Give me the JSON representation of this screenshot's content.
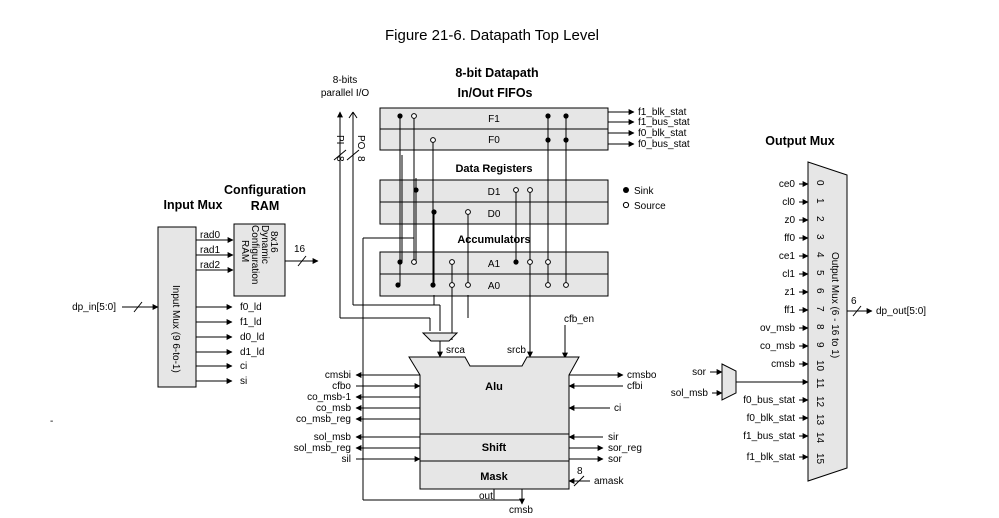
{
  "figure_title": "Figure 21-6.  Datapath Top Level",
  "headings": {
    "datapath": "8-bit Datapath",
    "fifos": "In/Out FIFOs",
    "data_registers": "Data Registers",
    "accumulators": "Accumulators",
    "input_mux": "Input Mux",
    "config_line1": "Configuration",
    "config_line2": "RAM",
    "output_mux": "Output Mux"
  },
  "parallel_io": {
    "line1": "8-bits",
    "line2": "parallel I/O",
    "pi": "PI",
    "po": "PO",
    "pi_width": "8",
    "po_width": "8"
  },
  "fifo_rows": [
    "F1",
    "F0"
  ],
  "fifo_status": [
    "f1_blk_stat",
    "f1_bus_stat",
    "f0_blk_stat",
    "f0_bus_stat"
  ],
  "data_register_rows": [
    "D1",
    "D0"
  ],
  "accumulator_rows": [
    "A1",
    "A0"
  ],
  "legend": {
    "sink": "Sink",
    "source": "Source"
  },
  "input_mux": {
    "label": "Input Mux (9 6-to-1)",
    "input": "dp_in[5:0]",
    "config_addr": [
      "rad0",
      "rad1",
      "rad2"
    ],
    "outputs": [
      "f0_ld",
      "f1_ld",
      "d0_ld",
      "d1_ld",
      "ci",
      "si"
    ]
  },
  "config_ram": {
    "label": "8x16 Dynamic Configuration RAM",
    "bus_width": "16"
  },
  "alu": {
    "name": "Alu",
    "srca": "srca",
    "srcb": "srcb",
    "cfb_en": "cfb_en",
    "left_signals": [
      "cmsbi",
      "cfbo",
      "co_msb-1",
      "co_msb",
      "co_msb_reg"
    ],
    "right_signals": [
      "cmsbo",
      "cfbi",
      "ci"
    ]
  },
  "shift": {
    "name": "Shift",
    "left_signals": [
      "sol_msb",
      "sol_msb_reg",
      "sil"
    ],
    "right_signals": [
      "sir",
      "sor_reg",
      "sor"
    ]
  },
  "mask": {
    "name": "Mask",
    "amask": "amask",
    "width": "8",
    "out": "out",
    "cmsb": "cmsb"
  },
  "output_mux": {
    "label": "Output Mux (6 - 16 to 1)",
    "inputs": [
      "ce0",
      "cl0",
      "z0",
      "ff0",
      "ce1",
      "cl1",
      "z1",
      "ff1",
      "ov_msb",
      "co_msb",
      "cmsb",
      "",
      "f0_bus_stat",
      "f0_blk_stat",
      "f1_bus_stat",
      "f1_blk_stat"
    ],
    "indices": [
      "0",
      "1",
      "2",
      "3",
      "4",
      "5",
      "6",
      "7",
      "8",
      "9",
      "10",
      "11",
      "12",
      "13",
      "14",
      "15"
    ],
    "output": "dp_out[5:0]",
    "output_width": "6",
    "sor_mux_inputs": [
      "sor",
      "sol_msb"
    ]
  },
  "margin_mark": "-"
}
